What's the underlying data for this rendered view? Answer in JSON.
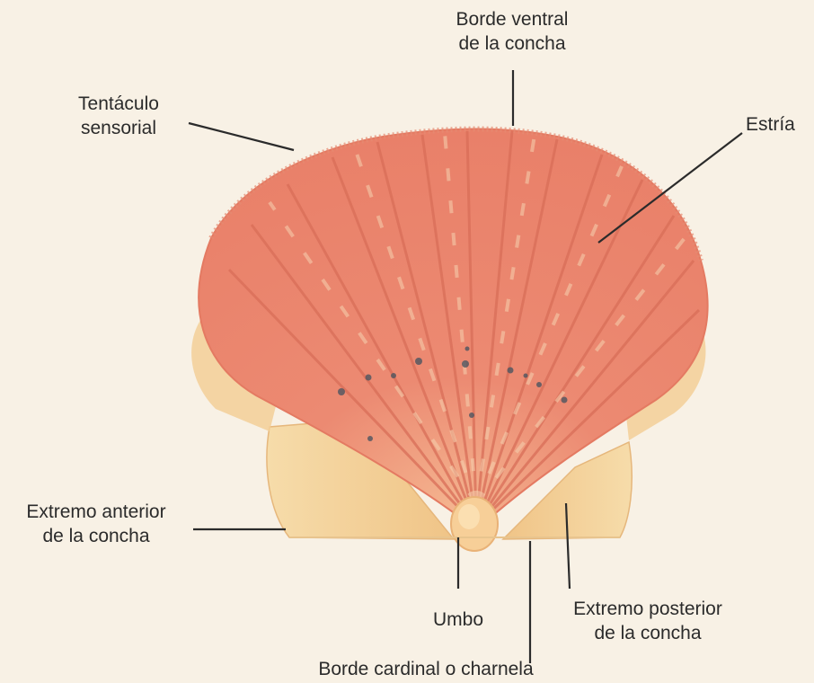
{
  "labels": {
    "borde_ventral": [
      "Borde ventral",
      "de la concha"
    ],
    "tentaculo": [
      "Tentáculo",
      "sensorial"
    ],
    "estria": "Estría",
    "extremo_anterior": [
      "Extremo anterior",
      "de la concha"
    ],
    "umbo": "Umbo",
    "extremo_posterior": [
      "Extremo posterior",
      "de la concha"
    ],
    "borde_cardinal": "Borde cardinal o charnela"
  },
  "colors": {
    "background": "#f8f1e5",
    "shell": "#ec8a72",
    "rib": "#e07d66",
    "ear": "#f3cf98",
    "leader": "#2b2b2b"
  }
}
